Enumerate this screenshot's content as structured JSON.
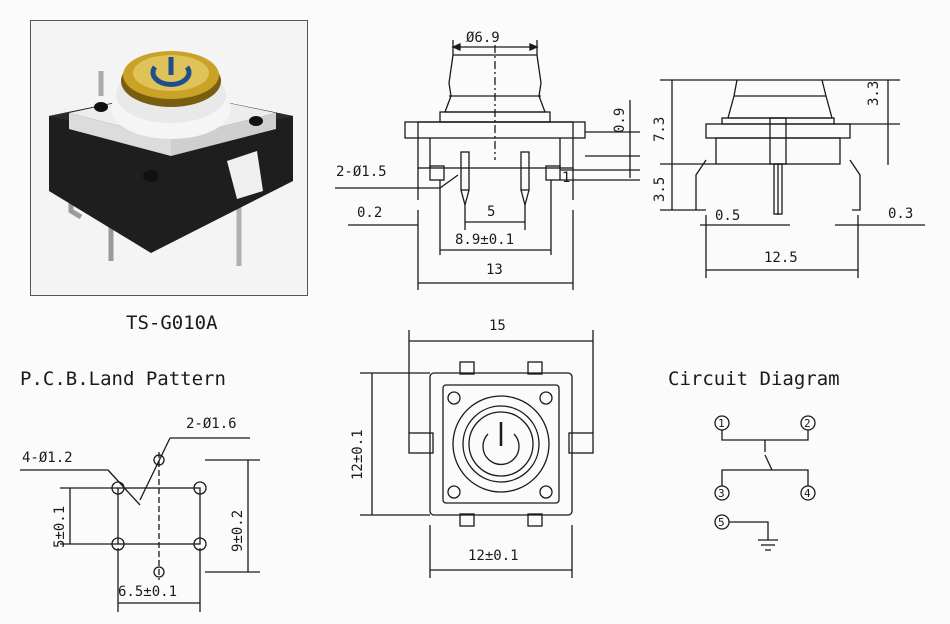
{
  "product": {
    "model": "TS-G010A"
  },
  "front_view": {
    "cap_diameter": "Ø6.9",
    "pin_gap": "0.9",
    "pin_hole": "2-Ø1.5",
    "pin_offset": "1",
    "edge_gap": "0.2",
    "pin_pitch": "5",
    "pin_span": "8.9±0.1",
    "body_width": "13"
  },
  "side_view": {
    "cap_height": "3.3",
    "total_height": "7.3",
    "pin_length": "3.5",
    "pin_width": "0.5",
    "pin_thickness": "0.3",
    "lead_span": "12.5"
  },
  "top_view": {
    "overall_width": "15",
    "body_height": "12±0.1",
    "body_width": "12±0.1"
  },
  "land_pattern": {
    "title": "P.C.B.Land Pattern",
    "small_holes": "2-Ø1.6",
    "large_holes": "4-Ø1.2",
    "row_pitch": "5±0.1",
    "outer_pitch": "9±0.2",
    "column_pitch": "6.5±0.1"
  },
  "circuit": {
    "title": "Circuit Diagram",
    "pins": [
      "1",
      "2",
      "3",
      "4",
      "5"
    ]
  },
  "colors": {
    "line": "#1a1a1a",
    "body": "#222222",
    "cap_gold": "#c9a227",
    "cap_blue": "#1f4e8c"
  }
}
